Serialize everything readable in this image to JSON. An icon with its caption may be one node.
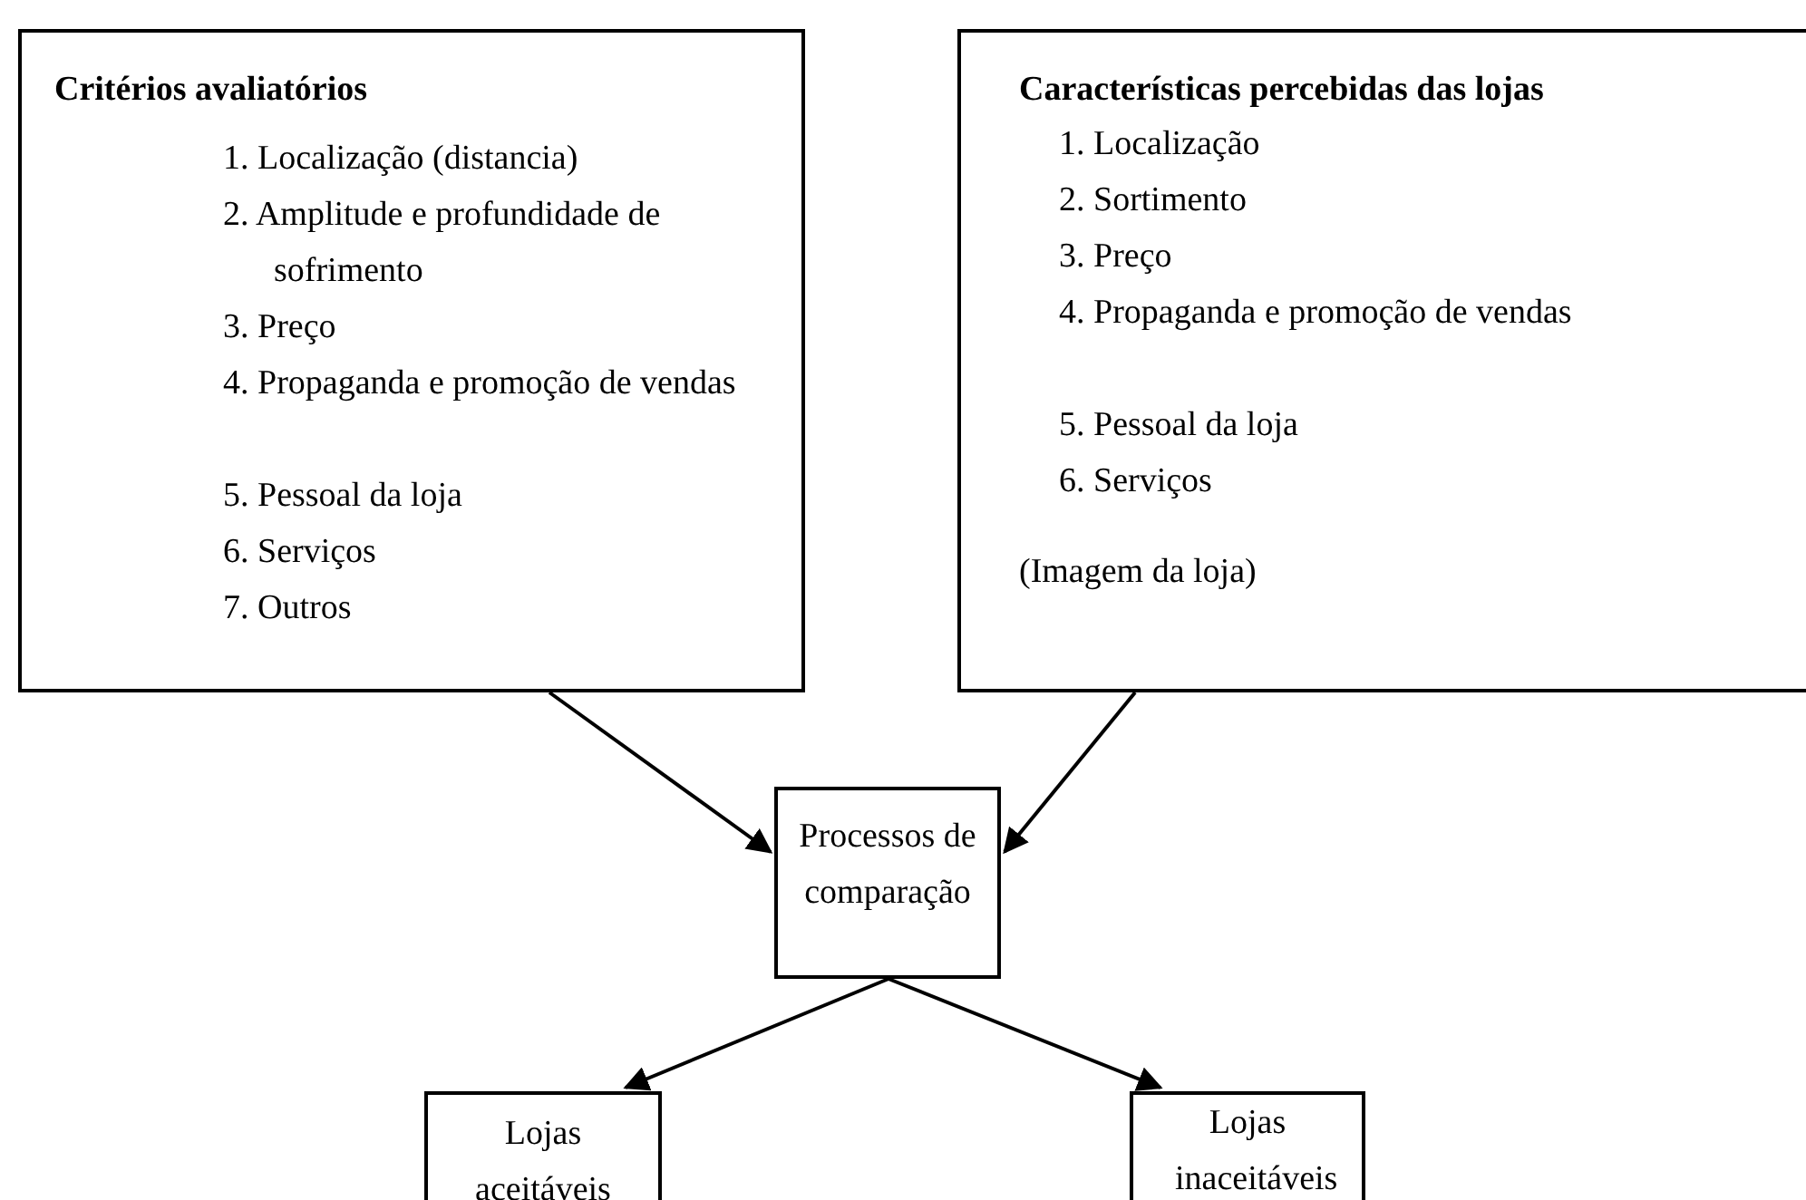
{
  "diagram": {
    "nodes": [
      {
        "text": [
          "Critérios avaliatórios",
          "1. Localização (distancia)",
          "2. Amplitude e profundidade de sofrimento",
          "3. Preço",
          "4. Propaganda e promoção de vendas",
          "5. Pessoal da loja",
          "6. Serviços",
          "7. Outros"
        ]
      },
      {
        "text": [
          "Características percebidas das lojas",
          "1. Localização",
          "2. Sortimento",
          "3. Preço",
          "4. Propaganda e promoção de vendas",
          "5. Pessoal da loja",
          "6. Serviços",
          "(Imagem da loja)"
        ]
      },
      {
        "text": [
          "Processos de comparação"
        ]
      },
      {
        "text": [
          "Lojas aceitáveis"
        ]
      },
      {
        "text": [
          "Lojas inaceitáveis"
        ]
      }
    ],
    "edges": [
      {
        "from": 0,
        "to": 2,
        "arrow": "to"
      },
      {
        "from": 1,
        "to": 2,
        "arrow": "to"
      },
      {
        "from": 2,
        "to": 3,
        "arrow": "to"
      },
      {
        "from": 2,
        "to": 4,
        "arrow": "to"
      }
    ]
  }
}
